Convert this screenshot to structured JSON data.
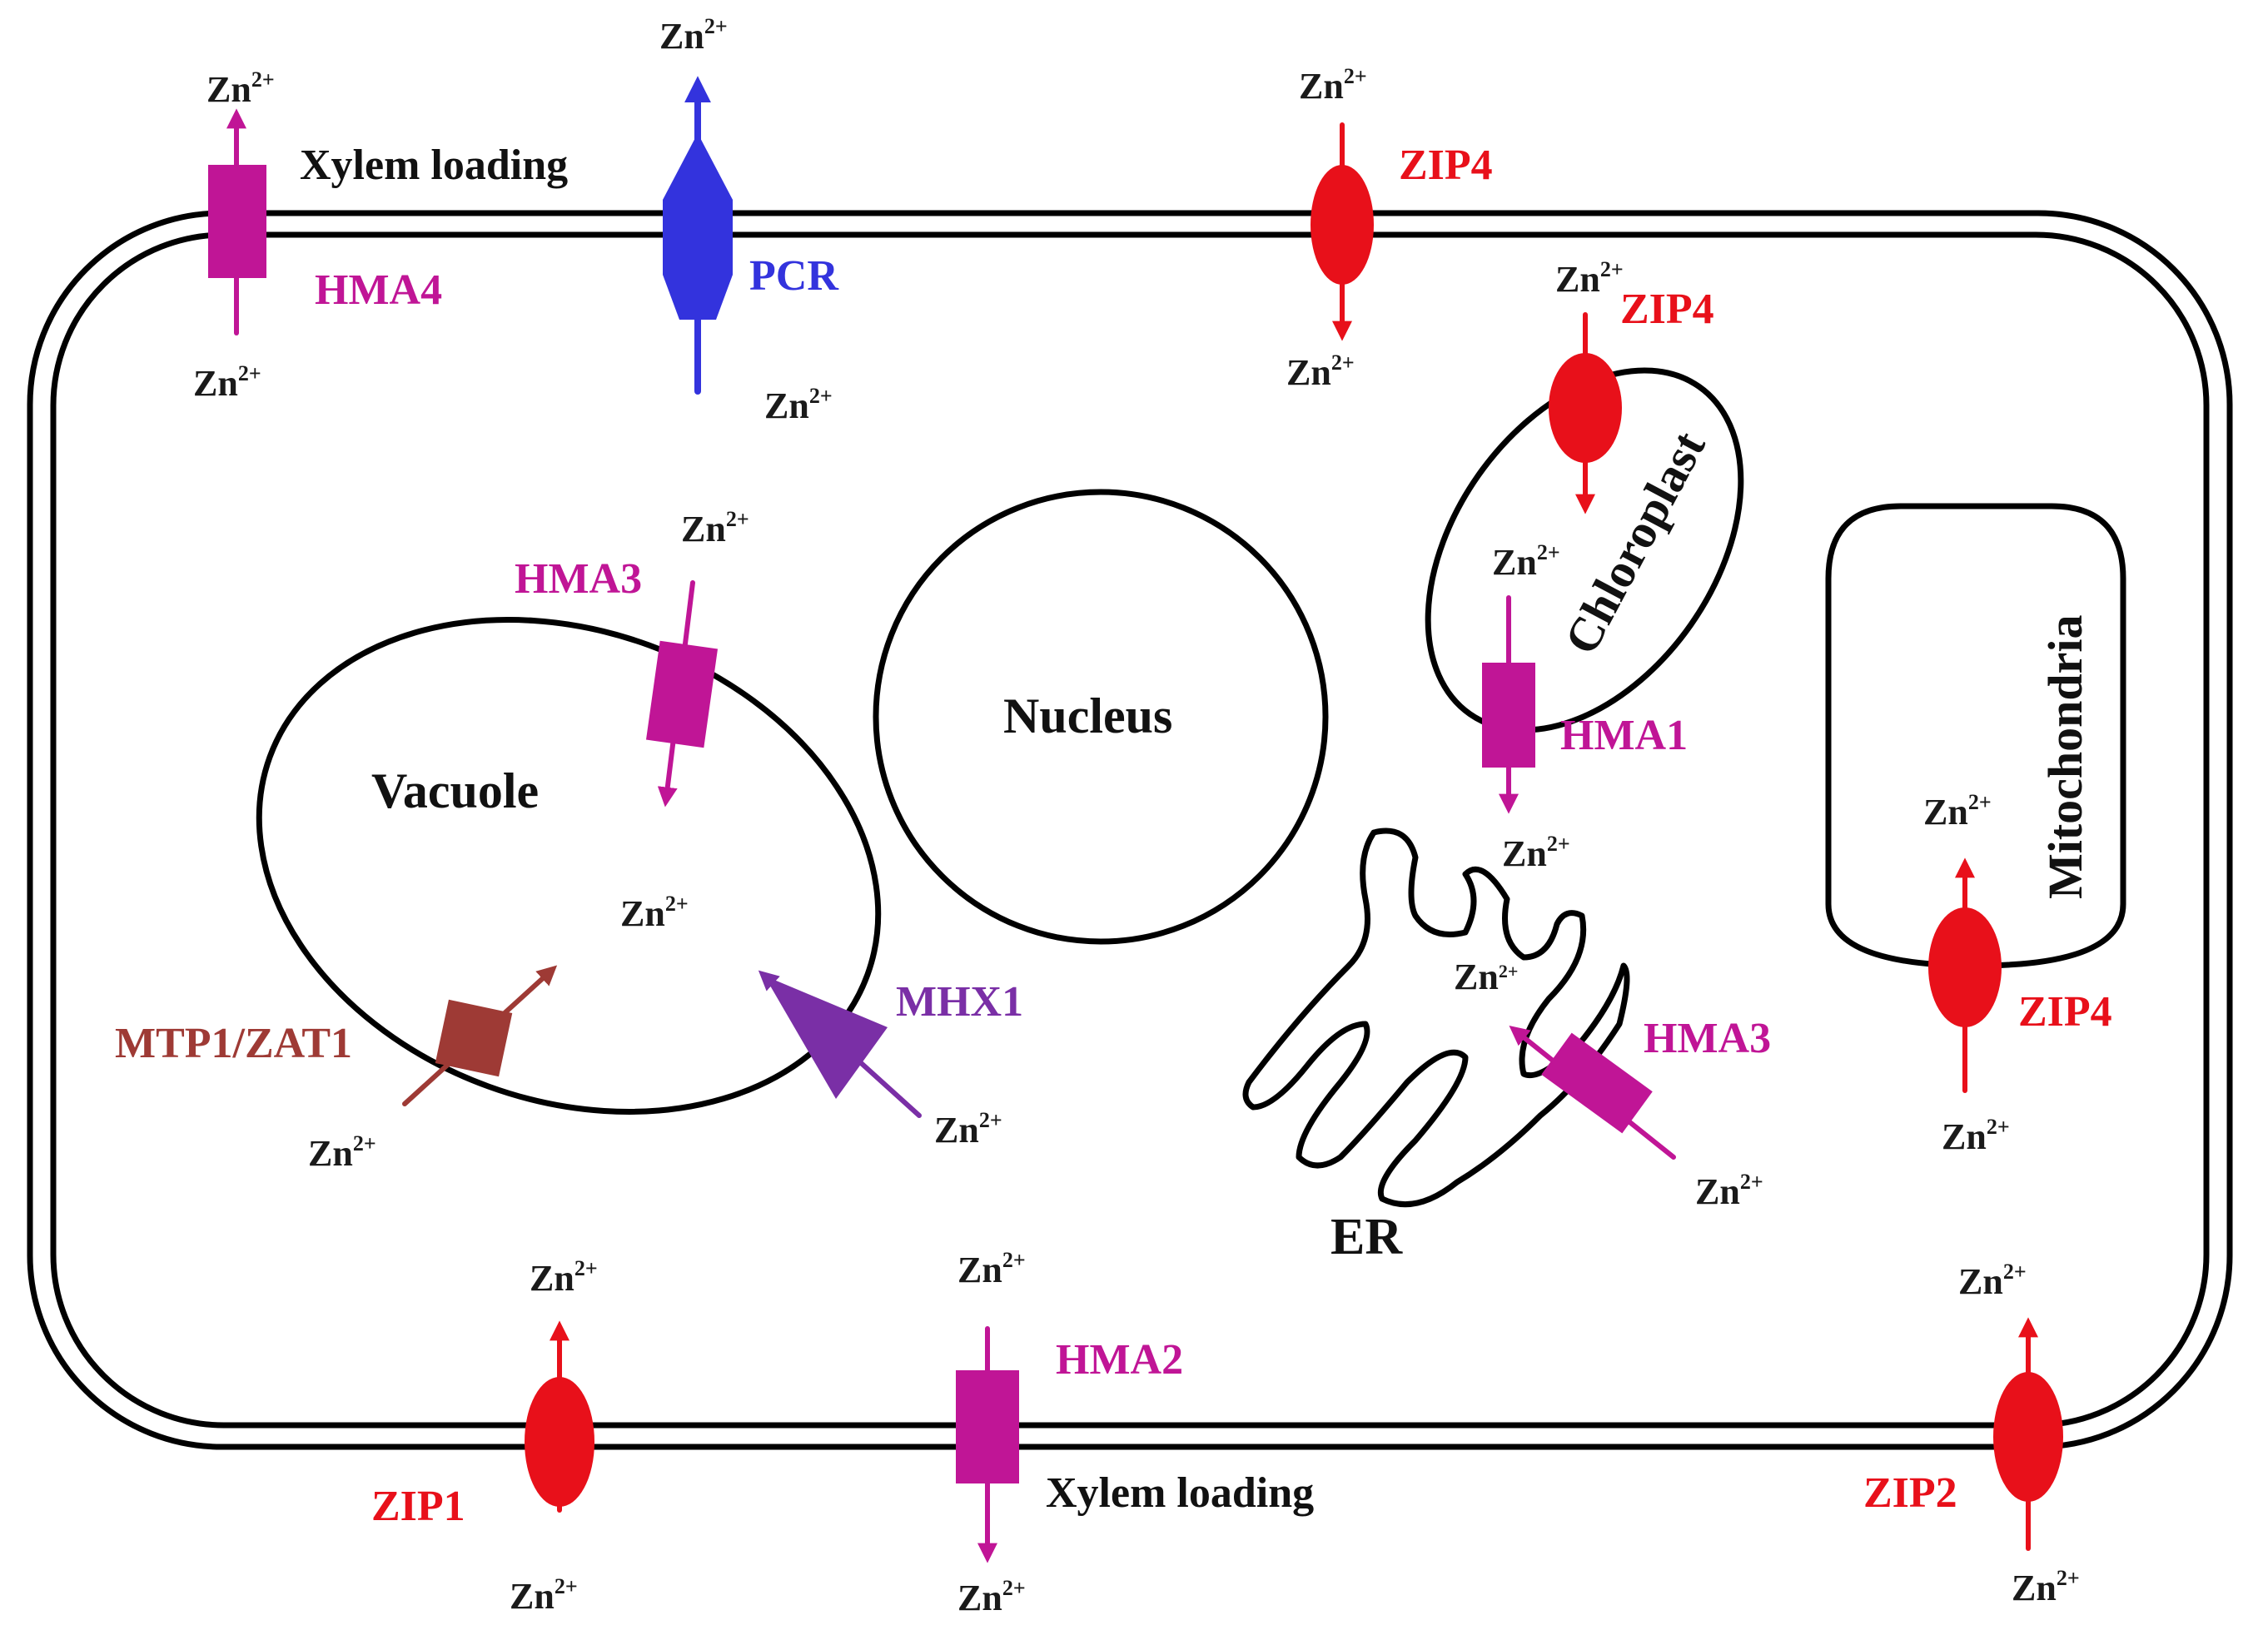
{
  "colors": {
    "zip": "#e8101a",
    "hma": "#c01596",
    "pcr": "#3333dd",
    "mhx": "#7a2fa6",
    "mtp": "#9e3a35",
    "outline": "#000000"
  },
  "ion": {
    "base": "Zn",
    "charge": "2+"
  },
  "labels": {
    "xylem_top": "Xylem loading",
    "xylem_bottom": "Xylem loading",
    "hma4": "HMA4",
    "pcr": "PCR",
    "zip4_top": "ZIP4",
    "zip4_chloro": "ZIP4",
    "zip4_mito": "ZIP4",
    "hma3_vac": "HMA3",
    "hma3_er": "HMA3",
    "hma1": "HMA1",
    "hma2": "HMA2",
    "mtp1": "MTP1/ZAT1",
    "mhx1": "MHX1",
    "zip1": "ZIP1",
    "zip2": "ZIP2"
  },
  "organelles": {
    "nucleus": "Nucleus",
    "vacuole": "Vacuole",
    "chloroplast": "Chloroplast",
    "mitochondria": "Mitochondria",
    "er": "ER"
  }
}
